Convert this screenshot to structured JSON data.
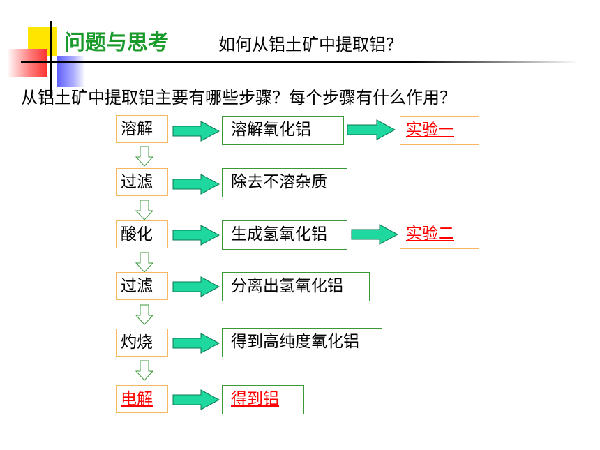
{
  "header": {
    "title": "问题与思考",
    "subtitle": "如何从铝土矿中提取铝？"
  },
  "question": "从铝土矿中提取铝主要有哪些步骤？每个步骤有什么作用？",
  "steps": [
    {
      "label": "溶解",
      "description": "溶解氧化铝",
      "experiment": "实验一"
    },
    {
      "label": "过滤",
      "description": "除去不溶杂质"
    },
    {
      "label": "酸化",
      "description": "生成氢氧化铝",
      "experiment": "实验二"
    },
    {
      "label": "过滤",
      "description": "分离出氢氧化铝"
    },
    {
      "label": "灼烧",
      "description": "得到高纯度氧化铝"
    },
    {
      "label": "电解",
      "description": "得到铝"
    }
  ],
  "colors": {
    "title_green": "#1a9a2a",
    "arrow_fill": "#1fd8a0",
    "step_border": "#f5b860",
    "desc_border": "#3a9a3a",
    "highlight_red": "#ff0000"
  }
}
